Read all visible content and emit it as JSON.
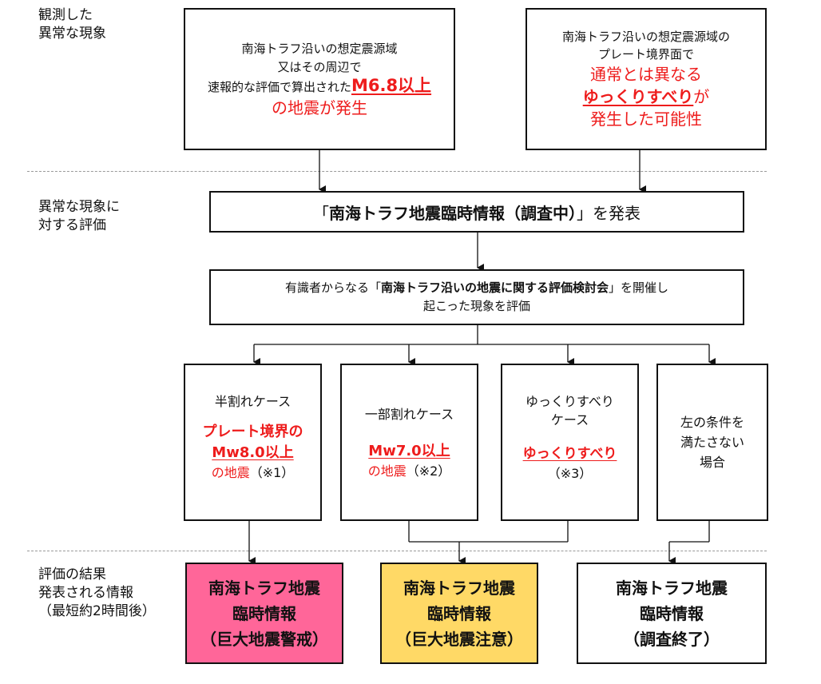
{
  "stage_labels": {
    "observed": "観測した\n異常な現象",
    "evaluation": "異常な現象に\n対する評価",
    "result": "評価の結果\n発表される情報\n（最短約2時間後）"
  },
  "top_left_box": {
    "line1": "南海トラフ沿いの想定震源域",
    "line2": "又はその周辺で",
    "line3_pre": "速報的な評価で算出された",
    "line3_emph": "M6.8以上",
    "line4": "の地震が発生"
  },
  "top_right_box": {
    "line1": "南海トラフ沿いの想定震源域の",
    "line2": "プレート境界面で",
    "line3": "通常とは異なる",
    "line4_emph": "ゆっくりすべり",
    "line4_post": "が",
    "line5": "発生した可能性"
  },
  "announce_box": {
    "pre": "「",
    "bold": "南海トラフ地震臨時情報（調査中）",
    "post": "」を発表"
  },
  "committee_box": {
    "pre": "有識者からなる「",
    "bold": "南海トラフ沿いの地震に関する評価検討会",
    "post": "」を開催し",
    "line2": "起こった現象を評価"
  },
  "cases": [
    {
      "title": "半割れケース",
      "emph1": "プレート境界の",
      "emph2": "Mw8.0以上",
      "red_tail": "の地震",
      "note": "（※1）"
    },
    {
      "title": "一部割れケース",
      "emph1": "Mw7.0以上",
      "red_tail": "の地震",
      "note": "（※2）"
    },
    {
      "title1": "ゆっくりすべり",
      "title2": "ケース",
      "emph1": "ゆっくりすべり",
      "note": "（※3）"
    },
    {
      "line1": "左の条件を",
      "line2": "満たさない",
      "line3": "場合"
    }
  ],
  "results": [
    {
      "line1": "南海トラフ地震",
      "line2": "臨時情報",
      "line3": "（巨大地震警戒）",
      "color": "#ff6699"
    },
    {
      "line1": "南海トラフ地震",
      "line2": "臨時情報",
      "line3": "（巨大地震注意）",
      "color": "#ffd966"
    },
    {
      "line1": "南海トラフ地震",
      "line2": "臨時情報",
      "line3": "（調査終了）",
      "color": "#ffffff"
    }
  ],
  "colors": {
    "emphasis_red": "#ee1c1c",
    "border": "#111111",
    "divider": "#999999"
  }
}
